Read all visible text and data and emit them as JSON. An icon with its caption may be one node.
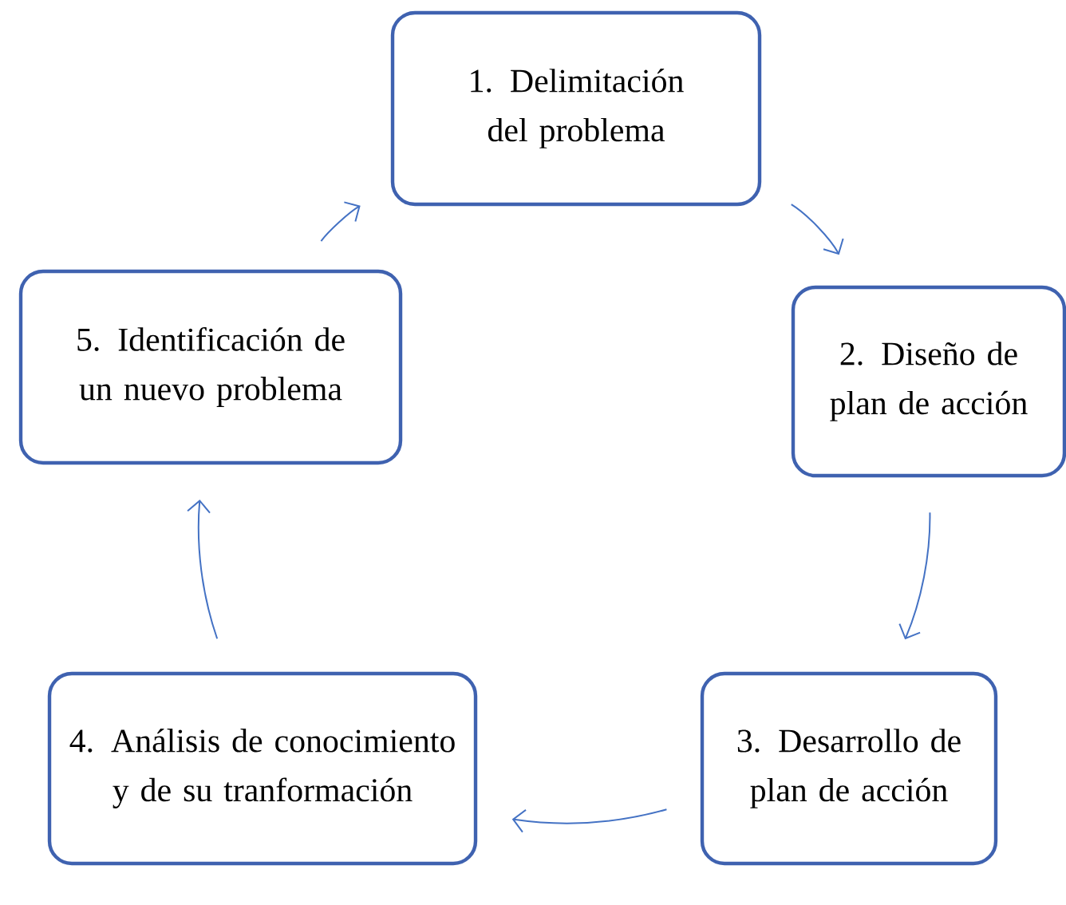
{
  "diagram": {
    "nodes": [
      {
        "text": [
          "1. Delimitación del problema"
        ]
      },
      {
        "text": [
          "2. Diseño de plan de acción"
        ]
      },
      {
        "text": [
          "3. Desarrollo de plan de acción"
        ]
      },
      {
        "text": [
          "4. Análisis de conocimiento y de su tranformación"
        ]
      },
      {
        "text": [
          "5. Identificación de un nuevo problema"
        ]
      }
    ],
    "edges": [
      {
        "from": 0,
        "to": 1,
        "arrow": "to"
      },
      {
        "from": 1,
        "to": 2,
        "arrow": "to"
      },
      {
        "from": 2,
        "to": 3,
        "arrow": "to"
      },
      {
        "from": 3,
        "to": 4,
        "arrow": "to"
      },
      {
        "from": 4,
        "to": 0,
        "arrow": "to"
      }
    ]
  }
}
